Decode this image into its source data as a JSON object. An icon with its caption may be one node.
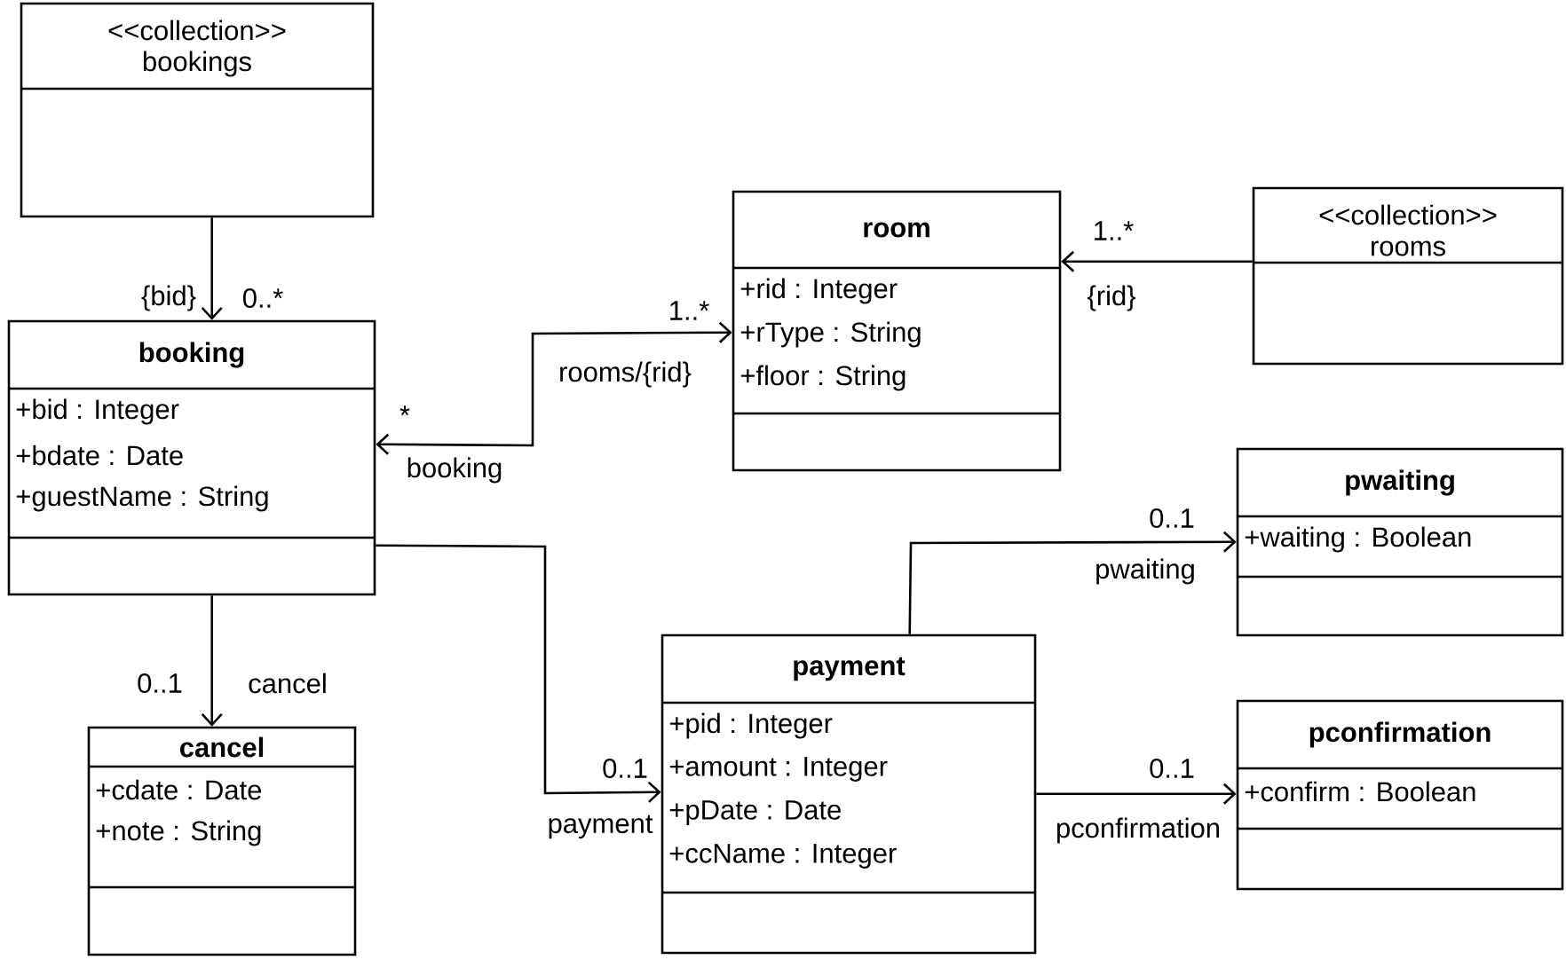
{
  "diagram": {
    "nodes": [
      {
        "text": [
          "<<collection>>",
          "bookings"
        ]
      },
      {
        "text": [
          "room",
          "+rid : Integer",
          "+rType : String",
          "+floor : String"
        ]
      },
      {
        "text": [
          "<<collection>>",
          "rooms"
        ]
      },
      {
        "text": [
          "booking",
          "+bid : Integer",
          "+bdate : Date",
          "+guestName : String"
        ]
      },
      {
        "text": [
          "pwaiting",
          "+waiting : Boolean"
        ]
      },
      {
        "text": [
          "payment",
          "+pid : Integer",
          "+amount : Integer",
          "+pDate : Date",
          "+ccName : Integer"
        ]
      },
      {
        "text": [
          "pconfirmation",
          "+confirm : Boolean"
        ]
      },
      {
        "text": [
          "cancel",
          "+cdate : Date",
          "+note : String"
        ]
      }
    ],
    "edges": [
      {
        "from": 0,
        "to": 3,
        "arrow": "to"
      },
      {
        "from": 3,
        "to": 1,
        "arrow": "both"
      },
      {
        "from": 2,
        "to": 1,
        "arrow": "to"
      },
      {
        "from": 3,
        "to": 7,
        "arrow": "to"
      },
      {
        "from": 3,
        "to": 5,
        "arrow": "to"
      },
      {
        "from": 5,
        "to": 4,
        "arrow": "to"
      },
      {
        "from": 5,
        "to": 6,
        "arrow": "to"
      }
    ],
    "labels": [
      "1..*",
      "{bid}",
      "0..*",
      "{rid}",
      "1..*",
      "rooms/{rid}",
      "*",
      "booking",
      "0..1",
      "pwaiting",
      "0..1",
      "cancel",
      "0..1",
      "0..1",
      "payment",
      "pconfirmation"
    ]
  }
}
